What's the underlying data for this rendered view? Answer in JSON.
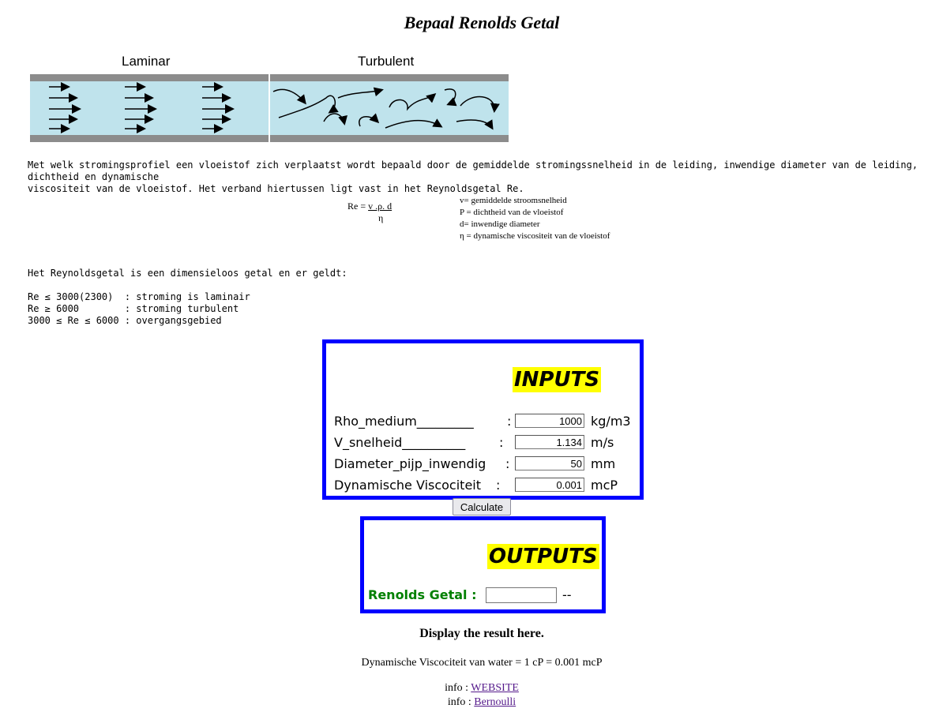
{
  "page": {
    "title": "Bepaal Renolds Getal"
  },
  "flow_image": {
    "laminar_label": "Laminar",
    "turbulent_label": "Turbulent",
    "pipe_color": "#bfe3ec",
    "wall_color": "#8c8c8c"
  },
  "intro": {
    "line1": "Met welk stromingsprofiel een vloeistof zich verplaatst wordt bepaald door de gemiddelde stromingssnelheid in de leiding, inwendige diameter van de leiding, dichtheid en dynamische",
    "line2": "viscositeit van de vloeistof. Het verband hiertussen ligt vast in het Reynoldsgetal Re."
  },
  "formula": {
    "lhs": "Re =",
    "numerator": "v .ρ. d",
    "denominator": "η",
    "legend": [
      "v= gemiddelde stroomsnelheid",
      "P = dichtheid van de vloeistof",
      "d= inwendige diameter",
      "η = dynamische viscositeit van de vloeistof"
    ]
  },
  "reynolds": {
    "intro": "Het Reynoldsgetal is een dimensieloos getal en er geldt:",
    "rules": [
      "Re ≤ 3000(2300)  : stroming is laminair",
      "Re ≥ 6000        : stroming turbulent",
      "3000 ≤ Re ≤ 6000 : overgangsgebied"
    ]
  },
  "inputs": {
    "title": "INPUTS",
    "rows": [
      {
        "label": "Rho_medium_________",
        "value": "1000",
        "unit": "kg/m3"
      },
      {
        "label": "V_snelheid__________",
        "value": "1.134",
        "unit": "m/s"
      },
      {
        "label": "Diameter_pijp_inwendig",
        "value": "50",
        "unit": "mm"
      },
      {
        "label": "Dynamische Viscociteit",
        "value": "0.001",
        "unit": "mcP"
      }
    ],
    "colon": ":"
  },
  "calculate_label": "Calculate",
  "outputs": {
    "title": "OUTPUTS",
    "label": "Renolds Getal :",
    "value": "",
    "unit": "--"
  },
  "display_message": "Display the result here.",
  "viscosity_note": "Dynamische Viscociteit van water = 1 cP = 0.001 mcP",
  "info": [
    {
      "prefix": "info : ",
      "link": "WEBSITE"
    },
    {
      "prefix": "info : ",
      "link": "Bernoulli"
    }
  ],
  "colors": {
    "box_border": "#0000ff",
    "title_highlight": "#ffff00",
    "output_label": "#008000",
    "visited_link": "#551a8b"
  }
}
